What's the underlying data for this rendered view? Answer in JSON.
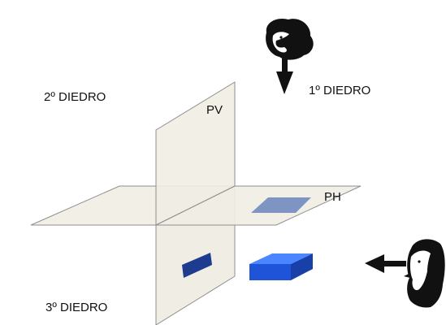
{
  "labels": {
    "dihedral_1": "1º DIEDRO",
    "dihedral_2": "2º DIEDRO",
    "dihedral_3": "3º DIEDRO",
    "vertical_plane": "PV",
    "horizontal_plane": "PH"
  },
  "colors": {
    "background": "#ffffff",
    "plane_fill": "#f0eee4",
    "plane_edge": "#8f8f8f",
    "projection_on_ph": "#7e95c4",
    "projection_on_pv": "#1d3b8f",
    "solid_front": "#1f54d8",
    "solid_top": "#4a86ff",
    "solid_side": "#1840a8",
    "observer": "#111111"
  },
  "icons": {
    "top_observer": "observer-looking-down-icon",
    "side_observer": "observer-looking-left-icon"
  }
}
